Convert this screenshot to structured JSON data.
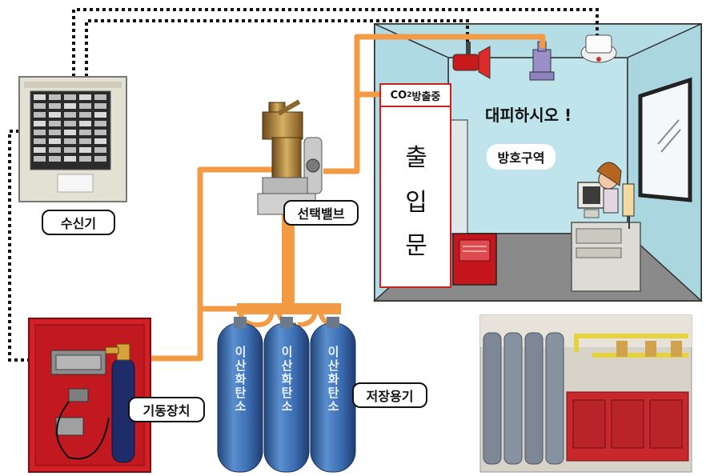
{
  "labels": {
    "receiver": "수신기",
    "selector_valve": "선택밸브",
    "actuator": "기동장치",
    "storage_container": "저장용기",
    "discharge_sign_prefix": "CO",
    "discharge_sign_sub": "2",
    "discharge_sign_suffix": "방출중",
    "evacuate": "대피하시오 !",
    "protected_zone": "방호구역",
    "door_chars": [
      "출",
      "입",
      "문"
    ],
    "cylinder_text": "이산화탄소"
  },
  "colors": {
    "pipe": "#f39a44",
    "wall": "#bfe6ee",
    "room_floor": "#8c8c8c",
    "cylinder": "#3d6fb3",
    "cabinet": "#d31f26",
    "signal_line": "#111111"
  }
}
